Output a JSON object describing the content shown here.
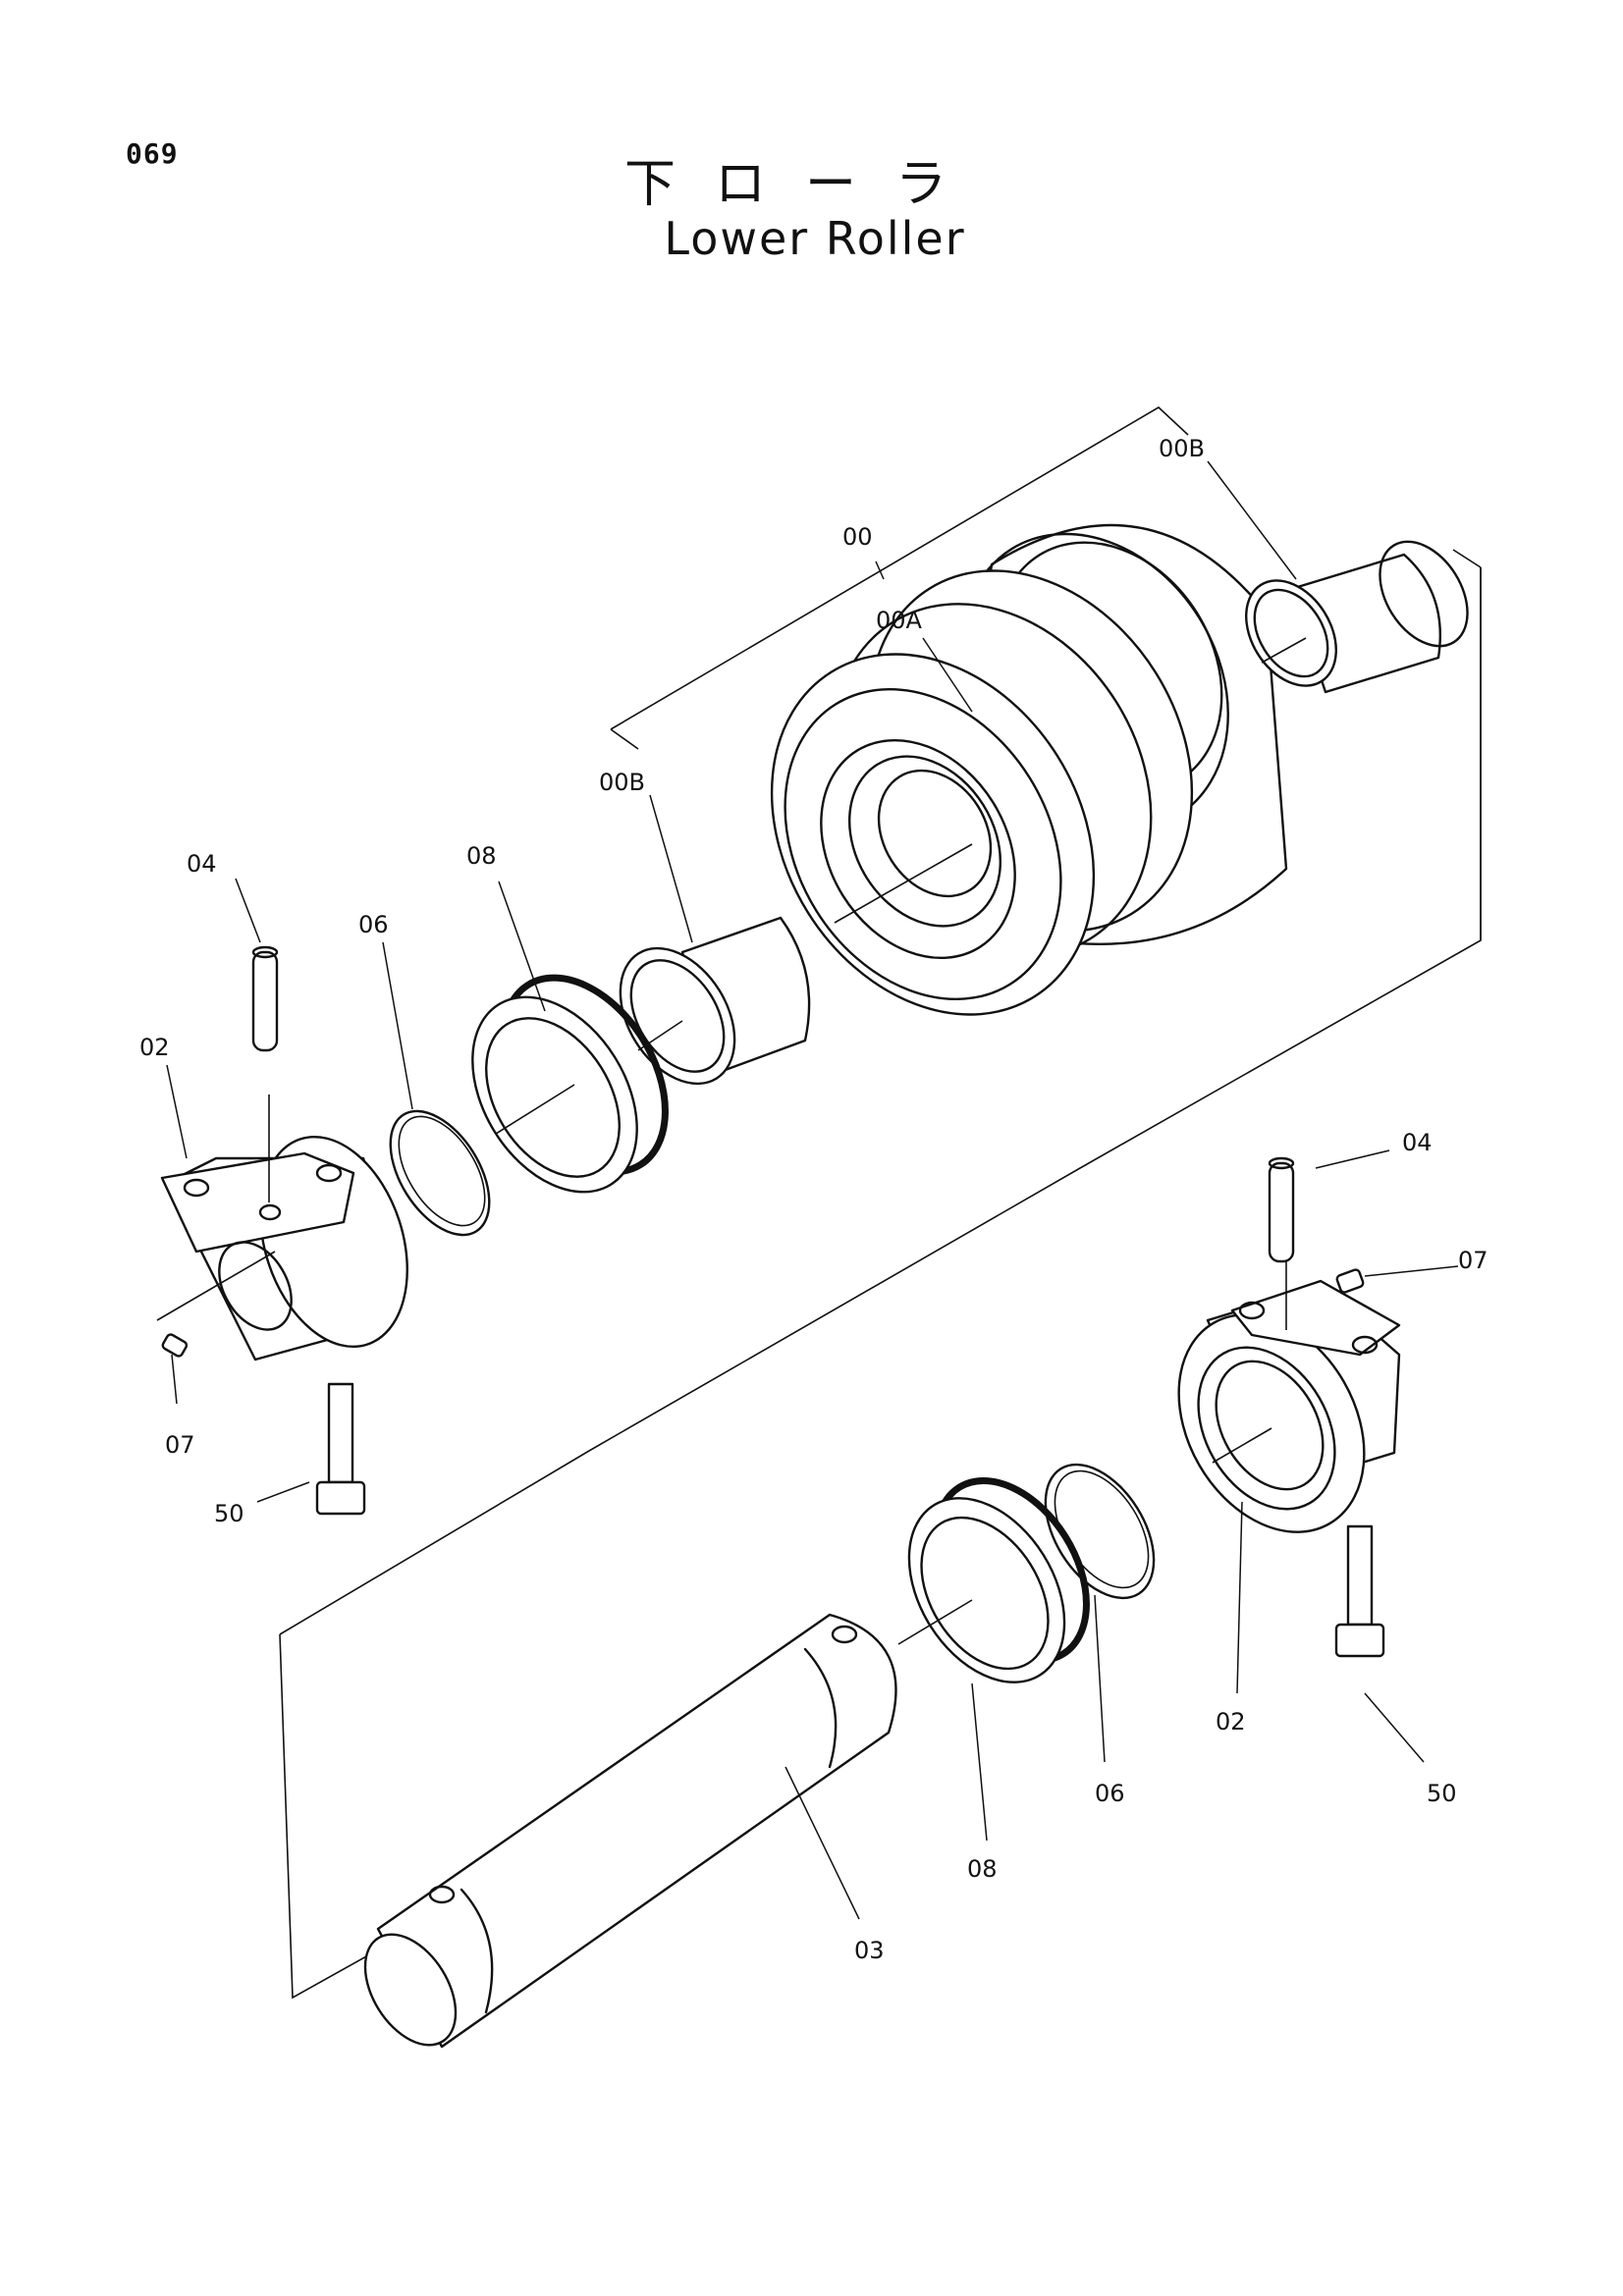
{
  "page": {
    "number": "069",
    "title_jp": "下ローラ",
    "title_en": "Lower Roller"
  },
  "callouts": {
    "c00": "00",
    "c00A": "00A",
    "c00B_right": "00B",
    "c00B_left": "00B",
    "c04_left": "04",
    "c04_right": "04",
    "c06_left": "06",
    "c06_right": "06",
    "c08_left": "08",
    "c08_right": "08",
    "c02_left": "02",
    "c02_right": "02",
    "c07_left": "07",
    "c07_right": "07",
    "c50_left": "50",
    "c50_right": "50",
    "c03": "03"
  }
}
